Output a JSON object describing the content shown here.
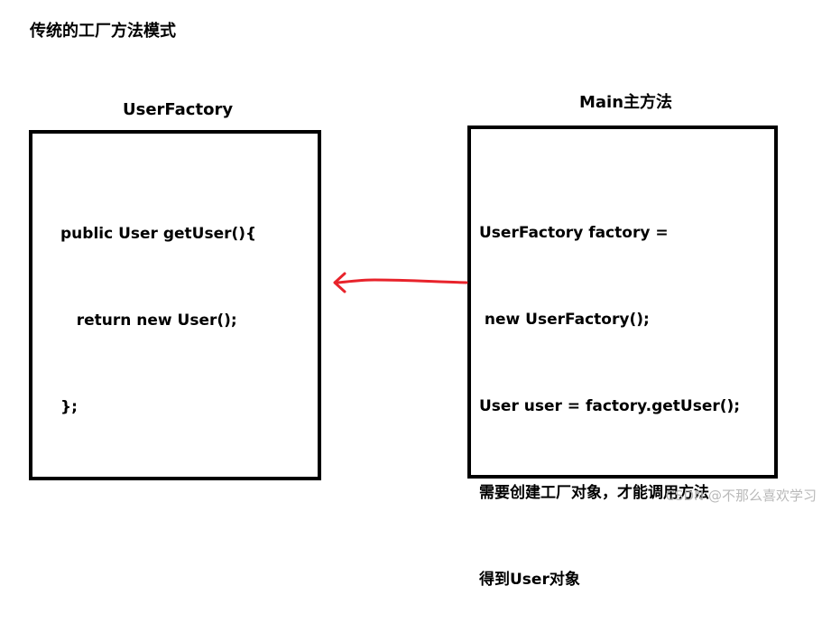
{
  "title": "传统的工厂方法模式",
  "left_box": {
    "label": "UserFactory",
    "code_lines": [
      "public User getUser(){",
      "   return new User();",
      "};"
    ]
  },
  "right_box": {
    "label": "Main主方法",
    "code_lines": [
      "UserFactory factory =",
      " new UserFactory();",
      "User user = factory.getUser();",
      "需要创建工厂对象，才能调用方法",
      "得到User对象"
    ]
  },
  "arrow": {
    "color": "#e8232b"
  },
  "watermark": "CSDN @不那么喜欢学习"
}
